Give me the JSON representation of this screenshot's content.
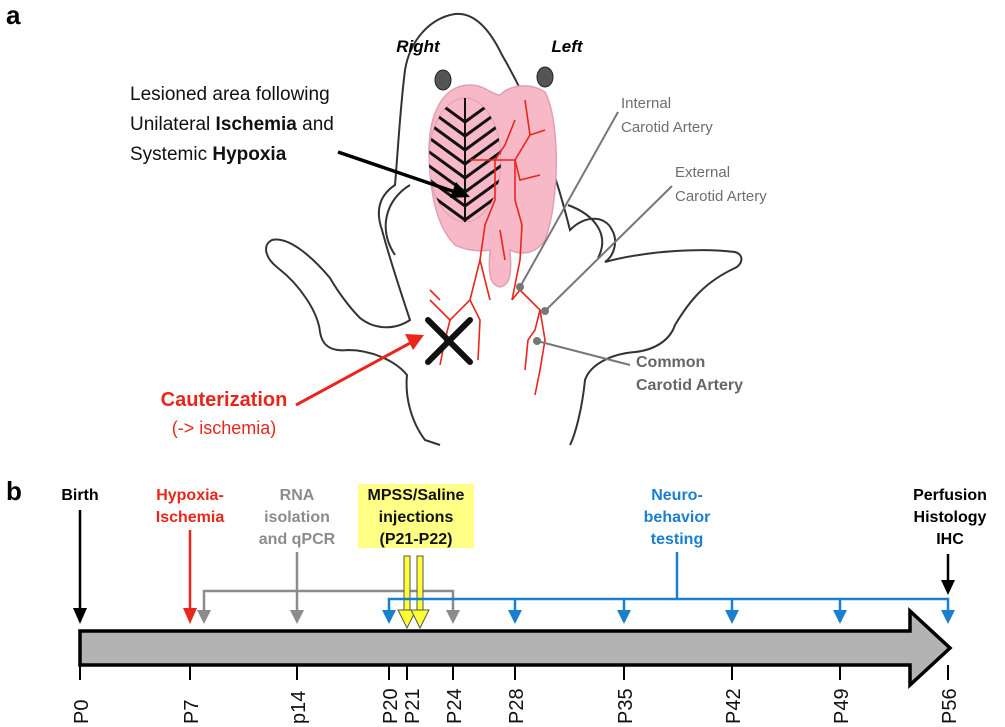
{
  "panel_a": {
    "letter": "a",
    "right_label": "Right",
    "left_label": "Left",
    "lesion_line1": "Lesioned area following",
    "lesion_line2_pre": "Unilateral ",
    "lesion_line2_bold": "Ischemia",
    "lesion_line2_post": " and",
    "lesion_line3_pre": "Systemic ",
    "lesion_line3_bold": "Hypoxia",
    "internal_line1": "Internal",
    "internal_line2": "Carotid Artery",
    "external_line1": "External",
    "external_line2": "Carotid Artery",
    "common_line1": "Common",
    "common_line2": "Carotid Artery",
    "cauterization": "Cauterization",
    "ischemia_note": "(-> ischemia)"
  },
  "panel_b": {
    "letter": "b",
    "birth": "Birth",
    "hypoxia_line1": "Hypoxia-",
    "hypoxia_line2": "Ischemia",
    "rna_line1": "RNA",
    "rna_line2": "isolation",
    "rna_line3": "and qPCR",
    "mpss_line1": "MPSS/Saline",
    "mpss_line2": "injections",
    "mpss_line3": "(P21-P22)",
    "neuro_line1": "Neuro-",
    "neuro_line2": "behavior",
    "neuro_line3": "testing",
    "perf_line1": "Perfusion",
    "perf_line2": "Histology",
    "perf_line3": "IHC",
    "ticks": [
      "P0",
      "P7",
      "p14",
      "P20",
      "P21",
      "P24",
      "P28",
      "P35",
      "P42",
      "P49",
      "P56"
    ],
    "colors": {
      "red": "#e8261c",
      "gray": "#8c8c8c",
      "blue": "#1b7fd0",
      "yellow": "#ffff33",
      "pink": "#f7b8c8",
      "arrow_fill": "#b3b3b3"
    }
  }
}
